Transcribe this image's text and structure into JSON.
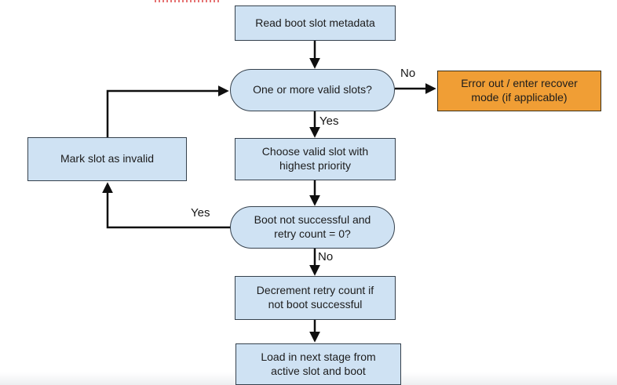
{
  "colors": {
    "process_fill": "#cfe2f3",
    "process_border": "#35414d",
    "error_fill": "#f09e35",
    "error_border": "#3c2f16",
    "arrow_color": "#0f0f0f",
    "label_color": "#161616",
    "artifact_red": "#e57373",
    "page_fade": "#edeff1"
  },
  "flowchart": {
    "nodes": [
      {
        "id": "read-metadata",
        "type": "process",
        "label": "Read boot slot metadata"
      },
      {
        "id": "valid-slots",
        "type": "decision",
        "label": "One or more valid slots?"
      },
      {
        "id": "error-out",
        "type": "error",
        "label": "Error out / enter recover mode (if applicable)"
      },
      {
        "id": "choose-slot",
        "type": "process",
        "label": "Choose valid slot with highest priority"
      },
      {
        "id": "boot-check",
        "type": "decision",
        "label": "Boot not successful and retry count = 0?"
      },
      {
        "id": "mark-invalid",
        "type": "process",
        "label": "Mark slot as invalid"
      },
      {
        "id": "decrement-retry",
        "type": "process",
        "label": "Decrement retry count if not boot successful"
      },
      {
        "id": "load-stage",
        "type": "process",
        "label": "Load in next stage from active slot and boot"
      }
    ],
    "edge_labels": {
      "valid_no": "No",
      "valid_yes": "Yes",
      "boot_yes": "Yes",
      "boot_no": "No"
    }
  }
}
